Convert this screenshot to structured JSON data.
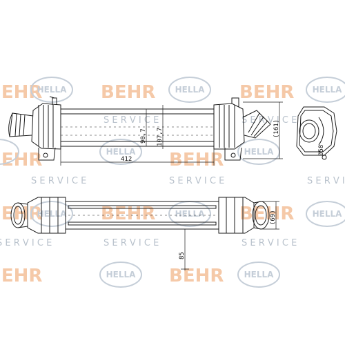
{
  "watermark": {
    "behr_text": "BEHR",
    "hella_text": "HELLA",
    "service_text": "S E R V I C E",
    "behr_color": "#f2b48a",
    "hella_color": "#c9d2dc",
    "service_color": "#b9c2cc"
  },
  "dimensions": {
    "length": "412",
    "core_height": "90,7",
    "total_height": "107,7",
    "depth_side": "(161)",
    "side_small": "Ø58",
    "outlet_dia": "(69)",
    "base_height": "85"
  },
  "drawing": {
    "line_color": "#1a1a1a",
    "views": [
      "front-view",
      "side-view",
      "top-view"
    ]
  }
}
